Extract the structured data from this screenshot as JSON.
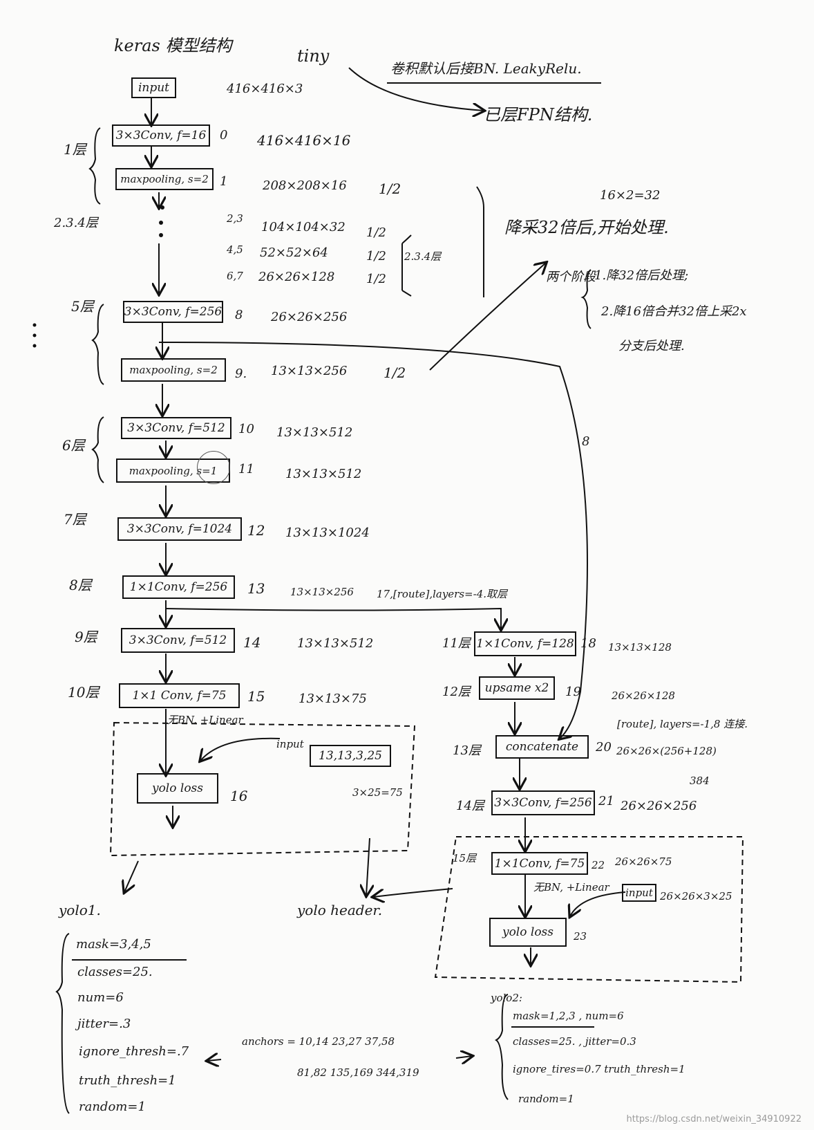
{
  "title": {
    "main": "keras 模型结构",
    "sub": "tiny"
  },
  "note_top": {
    "line1": "卷积默认后接BN. LeakyRelu.",
    "line2": "已层FPN结构."
  },
  "left_column": {
    "input": {
      "label": "input",
      "size": "416×416×3"
    },
    "layer1": {
      "group": "1层",
      "conv": "3×3Conv, f=16",
      "conv_idx": "0",
      "conv_size": "416×416×16",
      "pool": "maxpooling, s=2",
      "pool_idx": "1",
      "pool_size": "208×208×16",
      "factor": "1/2"
    },
    "layers234": {
      "group": "2.3.4层",
      "rows": [
        {
          "idx": "2,3",
          "size": "104×104×32",
          "factor": "1/2"
        },
        {
          "idx": "4,5",
          "size": "52×52×64",
          "factor": "1/2"
        },
        {
          "idx": "6,7",
          "size": "26×26×128",
          "factor": "1/2"
        }
      ],
      "brace_label": "2.3.4层"
    },
    "layer5": {
      "group": "5层",
      "conv": "3×3Conv, f=256",
      "conv_idx": "8",
      "conv_size": "26×26×256",
      "pool": "maxpooling, s=2",
      "pool_idx": "9.",
      "pool_size": "13×13×256",
      "factor": "1/2"
    },
    "layer6": {
      "group": "6层",
      "conv": "3×3Conv, f=512",
      "conv_idx": "10",
      "conv_size": "13×13×512",
      "pool": "maxpooling, s=1",
      "pool_idx": "11",
      "pool_size": "13×13×512"
    },
    "layer7": {
      "group": "7层",
      "conv": "3×3Conv, f=1024",
      "idx": "12",
      "size": "13×13×1024"
    },
    "layer8": {
      "group": "8层",
      "conv": "1×1Conv, f=256",
      "idx": "13",
      "size": "13×13×256"
    },
    "layer9": {
      "group": "9层",
      "conv": "3×3Conv, f=512",
      "idx": "14",
      "size": "13×13×512"
    },
    "layer10": {
      "group": "10层",
      "conv": "1×1 Conv, f=75",
      "idx": "15",
      "size": "13×13×75"
    },
    "no_bn": "无BN. +Linear",
    "yolo": {
      "label": "yolo loss",
      "idx": "16",
      "input": "input",
      "input_shape": "13,13,3,25",
      "calc": "3×25=75"
    }
  },
  "route_note": "17,[route],layers=-4.取层",
  "right_column": {
    "layer11": {
      "group": "11层",
      "conv": "1×1Conv, f=128",
      "idx": "18",
      "size": "13×13×128"
    },
    "layer12": {
      "group": "12层",
      "conv": "upsame x2",
      "idx": "19",
      "size": "26×26×128"
    },
    "layer13": {
      "group": "13层",
      "conv": "concatenate",
      "idx": "20",
      "size": "26×26×(256+128)",
      "note": "[route], layers=-1,8 连接.",
      "result": "384"
    },
    "layer14": {
      "group": "14层",
      "conv": "3×3Conv, f=256",
      "idx": "21",
      "size": "26×26×256"
    },
    "layer15": {
      "group": "15层",
      "conv": "1×1Conv, f=75",
      "idx": "22",
      "size": "26×26×75"
    },
    "no_bn": "无BN, +Linear",
    "yolo": {
      "label": "yolo loss",
      "idx": "23",
      "input": "input",
      "input_shape": "26×26×3×25"
    }
  },
  "side_notes": {
    "mult": "16×2=32",
    "downsample": "降采32倍后,开始处理.",
    "two_stage": "两个阶段",
    "stage1": "1.降32倍后处理;",
    "stage2": "2.降16倍合并32倍上采2x",
    "stage2b": "分支后处理.",
    "route8": "8",
    "yolo_header": "yolo header."
  },
  "yolo1": {
    "title": "yolo1.",
    "lines": [
      "mask=3,4,5",
      "classes=25.",
      "num=6",
      "jitter=.3",
      "ignore_thresh=.7",
      "truth_thresh=1",
      "random=1"
    ]
  },
  "anchors": {
    "line1": "anchors = 10,14   23,27   37,58",
    "line2": "81,82   135,169   344,319"
  },
  "yolo2": {
    "title": "yolo2:",
    "lines": [
      "mask=1,2,3 , num=6",
      "classes=25. , jitter=0.3",
      "ignore_tires=0.7  truth_thresh=1",
      "random=1"
    ]
  },
  "watermark": "https://blog.csdn.net/weixin_34910922"
}
